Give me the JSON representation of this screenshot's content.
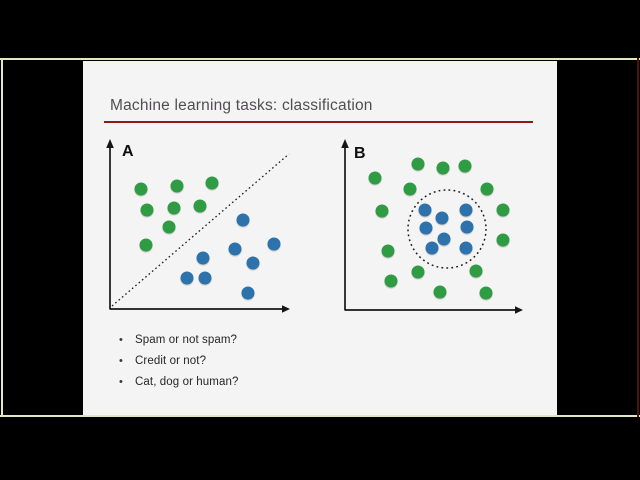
{
  "frame": {
    "background": "#000000",
    "border_color": "#e4e8c0",
    "right_border_color": "#4c120e"
  },
  "slide": {
    "background": "#f5f4f5",
    "title": "Machine learning tasks: classification",
    "title_color": "#504e50",
    "underline_color": "#8e1b15",
    "bullet_glyph": "•",
    "bullets": [
      "Spam or not spam?",
      "Credit or not?",
      "Cat, dog or human?"
    ]
  },
  "colors": {
    "green": "#2f9c44",
    "blue": "#2d72ab",
    "axis": "#161616"
  },
  "diagrams": [
    {
      "label": "A",
      "description": "scatter plot, green class upper-left and blue class lower-right separated by dotted diagonal line",
      "green": [
        [
          41,
          51
        ],
        [
          77,
          48
        ],
        [
          112,
          45
        ],
        [
          47,
          72
        ],
        [
          74,
          70
        ],
        [
          100,
          68
        ],
        [
          69,
          89
        ],
        [
          46,
          107
        ]
      ],
      "blue": [
        [
          143,
          82
        ],
        [
          174,
          106
        ],
        [
          135,
          111
        ],
        [
          103,
          120
        ],
        [
          153,
          125
        ],
        [
          87,
          140
        ],
        [
          105,
          140
        ],
        [
          148,
          155
        ]
      ]
    },
    {
      "label": "B",
      "description": "scatter plot, blue cluster enclosed by dotted circle surrounded by green points",
      "green": [
        [
          78,
          26
        ],
        [
          103,
          30
        ],
        [
          125,
          28
        ],
        [
          35,
          40
        ],
        [
          70,
          51
        ],
        [
          147,
          51
        ],
        [
          42,
          73
        ],
        [
          163,
          72
        ],
        [
          163,
          102
        ],
        [
          48,
          113
        ],
        [
          78,
          134
        ],
        [
          51,
          143
        ],
        [
          136,
          133
        ],
        [
          100,
          154
        ],
        [
          146,
          155
        ]
      ],
      "blue": [
        [
          85,
          72
        ],
        [
          126,
          72
        ],
        [
          102,
          80
        ],
        [
          86,
          90
        ],
        [
          127,
          89
        ],
        [
          104,
          101
        ],
        [
          92,
          110
        ],
        [
          126,
          110
        ]
      ]
    }
  ]
}
